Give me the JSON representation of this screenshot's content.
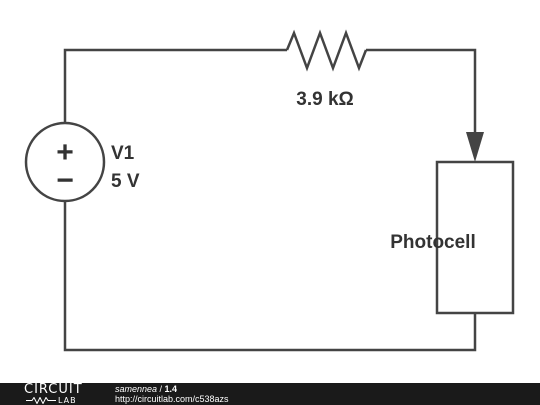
{
  "circuit": {
    "resistor_label": "3.9 kΩ",
    "source_name": "V1",
    "source_value": "5 V",
    "photocell_label": "Photocell",
    "plus_sign": "+",
    "minus_sign": "−"
  },
  "footer": {
    "logo_top": "CIRCUIT",
    "logo_bottom": "LAB",
    "author": "samennea",
    "separator": " / ",
    "revision": "1.4",
    "url": "http://circuitlab.com/c538azs"
  },
  "colors": {
    "wire": "#444444",
    "text": "#333333",
    "footer_bg": "#1a1a1a"
  }
}
